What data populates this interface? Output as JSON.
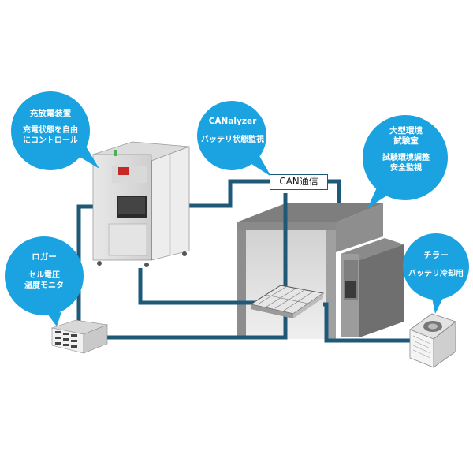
{
  "colors": {
    "bubble": "#1aa3e0",
    "cable": "#1e5a78",
    "text_on_bubble": "#ffffff"
  },
  "bubbles": {
    "charger": {
      "title": "充放電装置",
      "body_lines": [
        "充電状態を自由",
        "にコントロール"
      ]
    },
    "canalyzer": {
      "title": "CANalyzer",
      "body_lines": [
        "バッテリ状態監視"
      ]
    },
    "chamber": {
      "title_lines": [
        "大型環境",
        "試験室"
      ],
      "body_lines": [
        "試験環境調整",
        "安全監視"
      ]
    },
    "logger": {
      "title": "ロガー",
      "body_lines": [
        "セル電圧",
        "温度モニタ"
      ]
    },
    "chiller": {
      "title": "チラー",
      "body_lines": [
        "バッテリ冷却用"
      ]
    }
  },
  "can_label": "CAN通信",
  "icons": [
    "charger-cabinet-icon",
    "environmental-chamber-icon",
    "battery-pack-icon",
    "data-logger-icon",
    "chiller-unit-icon"
  ]
}
